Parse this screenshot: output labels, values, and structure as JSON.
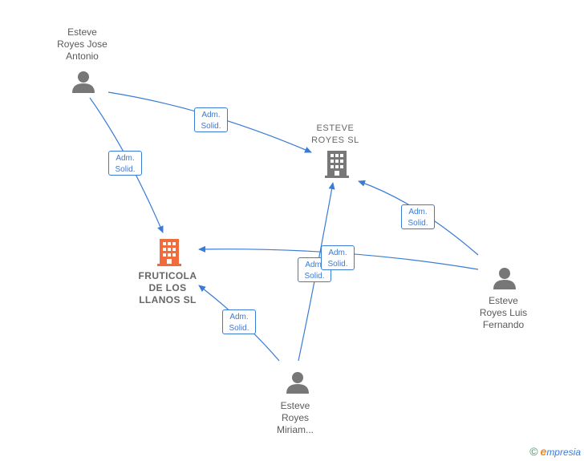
{
  "nodes": {
    "esteve_jose": {
      "label": "Esteve\nRoyes Jose\nAntonio",
      "icon": "person-icon"
    },
    "esteve_sl": {
      "label": "ESTEVE\nROYES SL",
      "icon": "building-icon"
    },
    "fruticola": {
      "label": "FRUTICOLA\nDE LOS\nLLANOS  SL",
      "icon": "building-icon"
    },
    "esteve_luis": {
      "label": "Esteve\nRoyes Luis\nFernando",
      "icon": "person-icon"
    },
    "esteve_miriam": {
      "label": "Esteve\nRoyes\nMiriam...",
      "icon": "person-icon"
    }
  },
  "edge_labels": {
    "jose_to_sl": "Adm.\nSolid.",
    "jose_to_fruticola": "Adm.\nSolid.",
    "luis_to_sl": "Adm.\nSolid.",
    "luis_to_fruticola": "Adm.\nSolid.",
    "miriam_to_sl": "Adm.\nSolid.",
    "miriam_to_fruticola": "Adm.\nSolid."
  },
  "colors": {
    "edge": "#3a7bd5",
    "person": "#777777",
    "company": "#777777",
    "company_main": "#f26b3a"
  },
  "brand": {
    "copyright": "©",
    "initial": "e",
    "name": "mpresia"
  }
}
